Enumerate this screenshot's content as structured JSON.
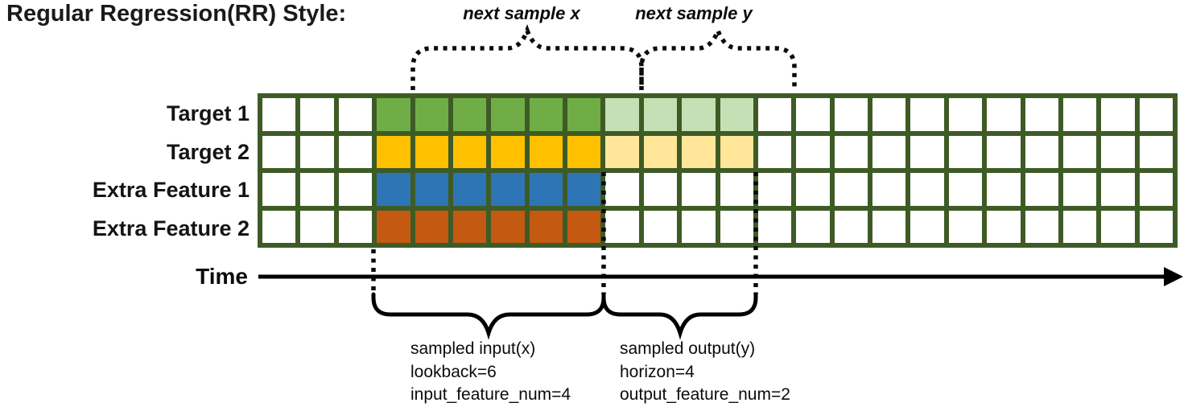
{
  "title": "Regular Regression(RR) Style:",
  "annotations": {
    "next_sample_x": "next sample x",
    "next_sample_y": "next sample y",
    "input_block": [
      "sampled input(x)",
      "lookback=6",
      "input_feature_num=4"
    ],
    "output_block": [
      "sampled output(y)",
      "horizon=4",
      "output_feature_num=2"
    ]
  },
  "time_axis": {
    "label": "Time"
  },
  "rows": [
    {
      "label": "Target 1",
      "input_color": "#70AD47",
      "output_color": "#C5E0B4"
    },
    {
      "label": "Target 2",
      "input_color": "#FFC000",
      "output_color": "#FFE699"
    },
    {
      "label": "Extra Feature 1",
      "input_color": "#2E75B6",
      "output_color": "#FFFFFF"
    },
    {
      "label": "Extra Feature 2",
      "input_color": "#C45911",
      "output_color": "#FFFFFF"
    }
  ],
  "grid": {
    "total_columns": 24,
    "empty_leading_columns": 3,
    "lookback": 6,
    "horizon": 4,
    "border_color": "#3E5B26",
    "cell_color": "#FFFFFF"
  },
  "colors": {
    "green": "#70AD47",
    "light_green": "#C5E0B4",
    "gold": "#FFC000",
    "light_gold": "#FFE699",
    "blue": "#2E75B6",
    "orange": "#C45911",
    "grid_border": "#3E5B26",
    "ink": "#000000"
  }
}
